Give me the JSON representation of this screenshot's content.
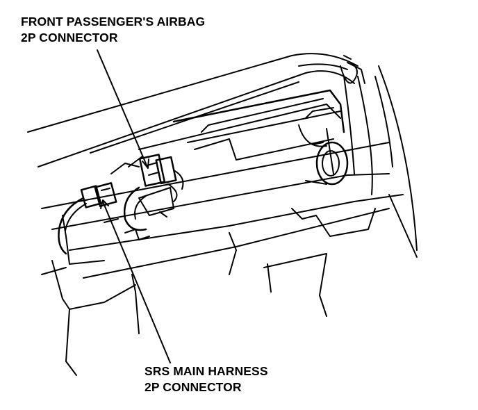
{
  "labels": {
    "front_passenger_connector": {
      "line1": "FRONT PASSENGER'S AIRBAG",
      "line2": "2P CONNECTOR"
    },
    "srs_main_harness_connector": {
      "line1": "SRS MAIN HARNESS",
      "line2": "2P CONNECTOR"
    }
  },
  "colors": {
    "ink": "#000000",
    "paper": "#ffffff"
  }
}
